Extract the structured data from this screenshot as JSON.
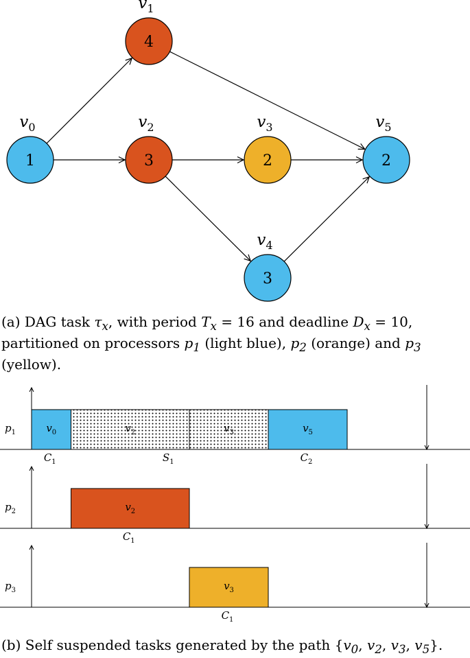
{
  "colors": {
    "p1_light_blue": "#4dbbec",
    "p2_orange": "#d9531e",
    "p3_yellow": "#eeb02a",
    "stroke": "#000000"
  },
  "dag": {
    "nodes": [
      {
        "id": "v0",
        "label_var": "v",
        "label_sub": "0",
        "weight": "1",
        "color": "#4dbbec"
      },
      {
        "id": "v1",
        "label_var": "v",
        "label_sub": "1",
        "weight": "4",
        "color": "#d9531e"
      },
      {
        "id": "v2",
        "label_var": "v",
        "label_sub": "2",
        "weight": "3",
        "color": "#d9531e"
      },
      {
        "id": "v3",
        "label_var": "v",
        "label_sub": "3",
        "weight": "2",
        "color": "#eeb02a"
      },
      {
        "id": "v4",
        "label_var": "v",
        "label_sub": "4",
        "weight": "3",
        "color": "#4dbbec"
      },
      {
        "id": "v5",
        "label_var": "v",
        "label_sub": "5",
        "weight": "2",
        "color": "#4dbbec"
      }
    ],
    "edges": [
      [
        "v0",
        "v1"
      ],
      [
        "v0",
        "v2"
      ],
      [
        "v1",
        "v5"
      ],
      [
        "v2",
        "v3"
      ],
      [
        "v2",
        "v4"
      ],
      [
        "v3",
        "v5"
      ],
      [
        "v4",
        "v5"
      ]
    ]
  },
  "schedule": {
    "rows": [
      {
        "processor": "p1",
        "p_sub": "1",
        "blocks": [
          {
            "label_var": "v",
            "label_sub": "0",
            "start": 0,
            "end": 1,
            "kind": "task",
            "color": "#4dbbec"
          },
          {
            "label_var": "v",
            "label_sub": "2",
            "start": 1,
            "end": 4,
            "kind": "suspension"
          },
          {
            "label_var": "v",
            "label_sub": "3",
            "start": 4,
            "end": 6,
            "kind": "suspension"
          },
          {
            "label_var": "v",
            "label_sub": "5",
            "start": 6,
            "end": 8,
            "kind": "task",
            "color": "#4dbbec"
          }
        ],
        "segment_labels": [
          {
            "var": "C",
            "sub": "1",
            "at": 0.5
          },
          {
            "var": "S",
            "sub": "1",
            "at": 3.5
          },
          {
            "var": "C",
            "sub": "2",
            "at": 7
          }
        ]
      },
      {
        "processor": "p2",
        "p_sub": "2",
        "blocks": [
          {
            "label_var": "v",
            "label_sub": "2",
            "start": 1,
            "end": 4,
            "kind": "task",
            "color": "#d9531e"
          }
        ],
        "segment_labels": [
          {
            "var": "C",
            "sub": "1",
            "at": 2.5
          }
        ]
      },
      {
        "processor": "p3",
        "p_sub": "3",
        "blocks": [
          {
            "label_var": "v",
            "label_sub": "3",
            "start": 4,
            "end": 6,
            "kind": "task",
            "color": "#eeb02a"
          }
        ],
        "segment_labels": [
          {
            "var": "C",
            "sub": "1",
            "at": 5
          }
        ]
      }
    ],
    "deadline": 10
  },
  "captions": {
    "a_prefix": "(a) DAG task ",
    "a_tau": "τ",
    "a_tau_sub": "x",
    "a_mid1": ", with period ",
    "a_T": "T",
    "a_T_sub": "x",
    "a_eq1": " = 16 and deadline ",
    "a_D": "D",
    "a_D_sub": "x",
    "a_eq2": " = 10, partitioned on processors ",
    "a_p1": "p",
    "a_p1_sub": "1",
    "a_lb": " (light blue), ",
    "a_p2": "p",
    "a_p2_sub": "2",
    "a_or": " (orange) and ",
    "a_p3": "p",
    "a_p3_sub": "3",
    "a_ye": " (yellow).",
    "b_prefix": "(b) Self suspended tasks generated by the path {",
    "b_v0": "v",
    "b_v0_sub": "0",
    "b_sep1": ", ",
    "b_v2": "v",
    "b_v2_sub": "2",
    "b_sep2": ", ",
    "b_v3": "v",
    "b_v3_sub": "3",
    "b_sep3": ", ",
    "b_v5": "v",
    "b_v5_sub": "5",
    "b_end": "}."
  }
}
